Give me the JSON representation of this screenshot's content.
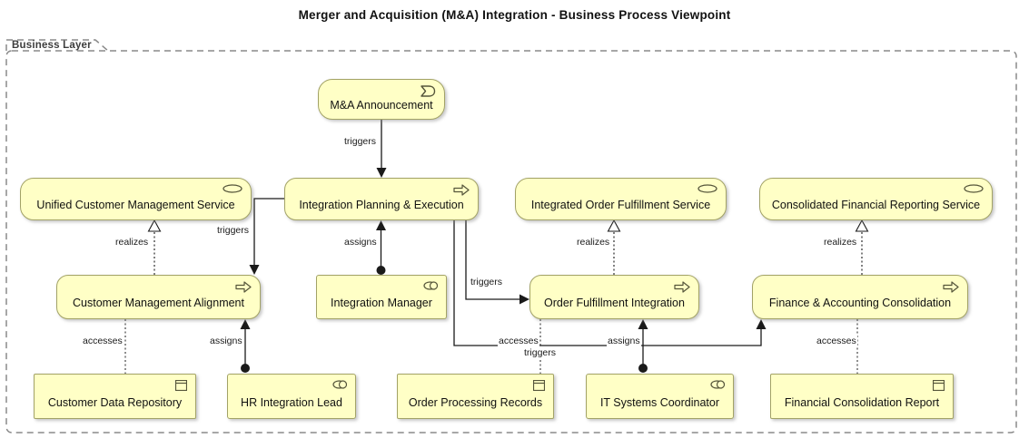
{
  "title": "Merger and Acquisition (M&A) Integration - Business Process Viewpoint",
  "group": {
    "label": "Business Layer"
  },
  "colors": {
    "element_fill": "#FFFFC6",
    "element_border": "#A2A266",
    "icon_stroke": "#55553A",
    "relation_line": "#1A1A1A",
    "group_border": "#8A8A8A",
    "background": "#FFFFFF"
  },
  "elements": [
    {
      "id": "mna-announcement",
      "type": "business-event",
      "icon": "business-event-icon",
      "label": "M&A Announcement"
    },
    {
      "id": "unified-customer-management-service",
      "type": "business-service",
      "icon": "business-service-icon",
      "label": "Unified Customer Management Service"
    },
    {
      "id": "integration-planning-execution",
      "type": "business-process",
      "icon": "business-process-icon",
      "label": "Integration Planning & Execution"
    },
    {
      "id": "integrated-order-fulfillment-service",
      "type": "business-service",
      "icon": "business-service-icon",
      "label": "Integrated Order Fulfillment Service"
    },
    {
      "id": "consolidated-financial-reporting-service",
      "type": "business-service",
      "icon": "business-service-icon",
      "label": "Consolidated Financial Reporting Service"
    },
    {
      "id": "customer-management-alignment",
      "type": "business-process",
      "icon": "business-process-icon",
      "label": "Customer Management Alignment"
    },
    {
      "id": "integration-manager",
      "type": "business-role",
      "icon": "business-role-icon",
      "label": "Integration Manager"
    },
    {
      "id": "order-fulfillment-integration",
      "type": "business-process",
      "icon": "business-process-icon",
      "label": "Order Fulfillment Integration"
    },
    {
      "id": "finance-accounting-consolidation",
      "type": "business-process",
      "icon": "business-process-icon",
      "label": "Finance & Accounting Consolidation"
    },
    {
      "id": "customer-data-repository",
      "type": "business-object",
      "icon": "business-object-icon",
      "label": "Customer Data Repository"
    },
    {
      "id": "hr-integration-lead",
      "type": "business-role",
      "icon": "business-role-icon",
      "label": "HR Integration Lead"
    },
    {
      "id": "order-processing-records",
      "type": "business-object",
      "icon": "business-object-icon",
      "label": "Order Processing Records"
    },
    {
      "id": "it-systems-coordinator",
      "type": "business-role",
      "icon": "business-role-icon",
      "label": "IT Systems Coordinator"
    },
    {
      "id": "financial-consolidation-report",
      "type": "business-object",
      "icon": "business-object-icon",
      "label": "Financial Consolidation Report"
    }
  ],
  "relations": [
    {
      "label": "triggers",
      "type": "triggering",
      "from": "mna-announcement",
      "to": "integration-planning-execution"
    },
    {
      "label": "triggers",
      "type": "triggering",
      "from": "integration-planning-execution",
      "to": "customer-management-alignment"
    },
    {
      "label": "realizes",
      "type": "realization",
      "from": "customer-management-alignment",
      "to": "unified-customer-management-service"
    },
    {
      "label": "assigns",
      "type": "assignment",
      "from": "integration-manager",
      "to": "integration-planning-execution"
    },
    {
      "label": "triggers",
      "type": "triggering",
      "from": "integration-planning-execution",
      "to": "order-fulfillment-integration"
    },
    {
      "label": "triggers",
      "type": "triggering",
      "from": "integration-planning-execution",
      "to": "finance-accounting-consolidation"
    },
    {
      "label": "realizes",
      "type": "realization",
      "from": "order-fulfillment-integration",
      "to": "integrated-order-fulfillment-service"
    },
    {
      "label": "realizes",
      "type": "realization",
      "from": "finance-accounting-consolidation",
      "to": "consolidated-financial-reporting-service"
    },
    {
      "label": "accesses",
      "type": "access",
      "from": "customer-management-alignment",
      "to": "customer-data-repository"
    },
    {
      "label": "assigns",
      "type": "assignment",
      "from": "hr-integration-lead",
      "to": "customer-management-alignment"
    },
    {
      "label": "accesses",
      "type": "access",
      "from": "order-fulfillment-integration",
      "to": "order-processing-records"
    },
    {
      "label": "assigns",
      "type": "assignment",
      "from": "it-systems-coordinator",
      "to": "order-fulfillment-integration"
    },
    {
      "label": "accesses",
      "type": "access",
      "from": "finance-accounting-consolidation",
      "to": "financial-consolidation-report"
    }
  ]
}
